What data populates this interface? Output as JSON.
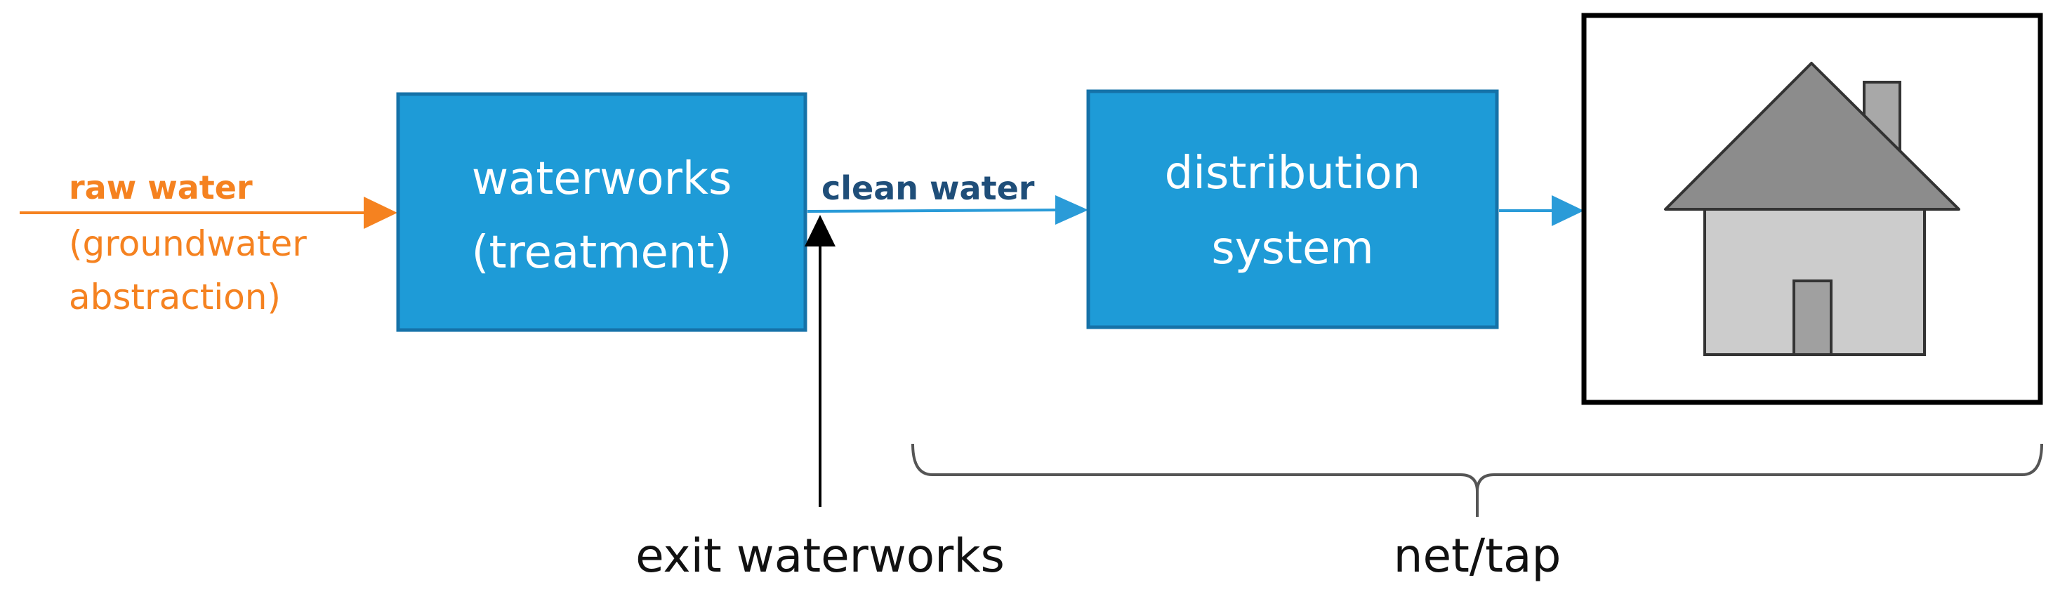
{
  "nodes": {
    "waterworks": {
      "line1": "waterworks",
      "line2": "(treatment)"
    },
    "distribution": {
      "line1": "distribution",
      "line2": "system"
    },
    "house": {
      "icon": "house-icon"
    }
  },
  "flows": {
    "raw_water": {
      "title": "raw water",
      "line2": "(groundwater",
      "line3": "abstraction)"
    },
    "clean_water": {
      "label": "clean water"
    }
  },
  "annotations": {
    "exit_waterworks": "exit waterworks",
    "net_tap": "net/tap"
  },
  "colors": {
    "box_fill": "#1e9bd7",
    "box_border": "#1572a8",
    "raw_water": "#f58220",
    "clean_water_arrow": "#2a9bd8",
    "clean_water_label": "#1f4e79",
    "house_roof": "#8c8c8c",
    "house_wall": "#cccccc",
    "house_door": "#a0a0a0"
  }
}
